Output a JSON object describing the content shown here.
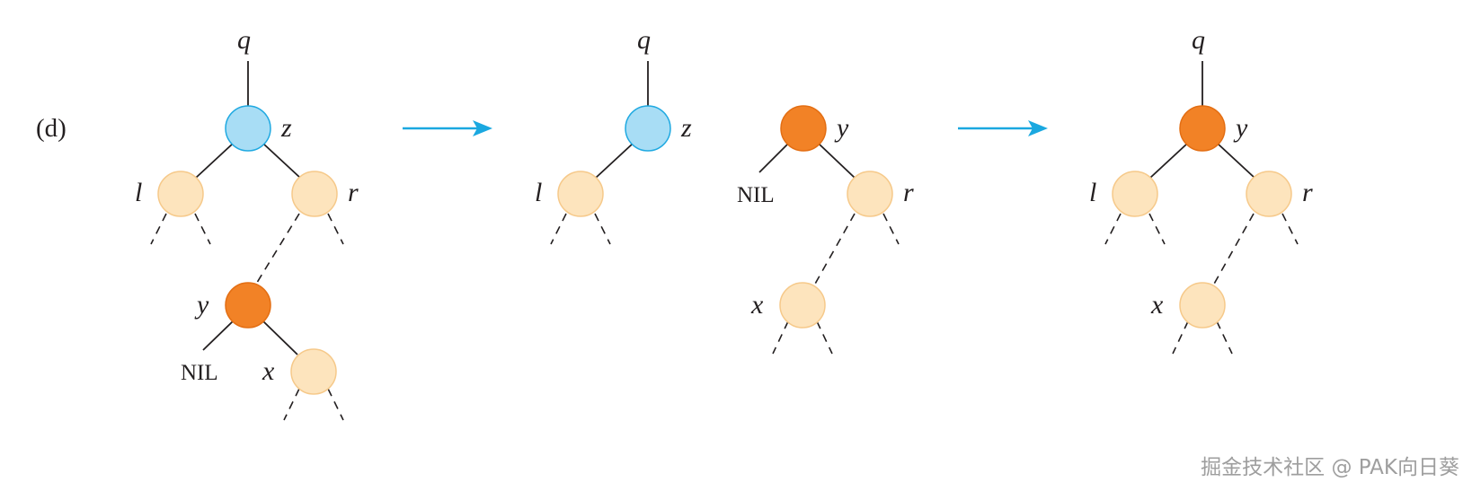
{
  "figure": {
    "part_label": "(d)",
    "colors": {
      "blue_node": "#a8ddf5",
      "orange_node": "#f28226",
      "peach_node": "#fde4bd",
      "arrow": "#1aa8e0"
    },
    "stage1": {
      "parent": "q",
      "root": "z",
      "left": "l",
      "right": "r",
      "successor": "y",
      "successor_left": "NIL",
      "successor_right": "x"
    },
    "arrow1": {
      "icon": "right-arrow-icon"
    },
    "stage2": {
      "parent": "q",
      "root": "z",
      "left": "l",
      "detached": "y",
      "detached_left": "NIL",
      "detached_right": "r",
      "deep_child": "x"
    },
    "arrow2": {
      "icon": "right-arrow-icon"
    },
    "stage3": {
      "parent": "q",
      "root": "y",
      "left": "l",
      "right": "r",
      "deep_child": "x"
    }
  },
  "watermark": "掘金技术社区 @ PAK向日葵"
}
